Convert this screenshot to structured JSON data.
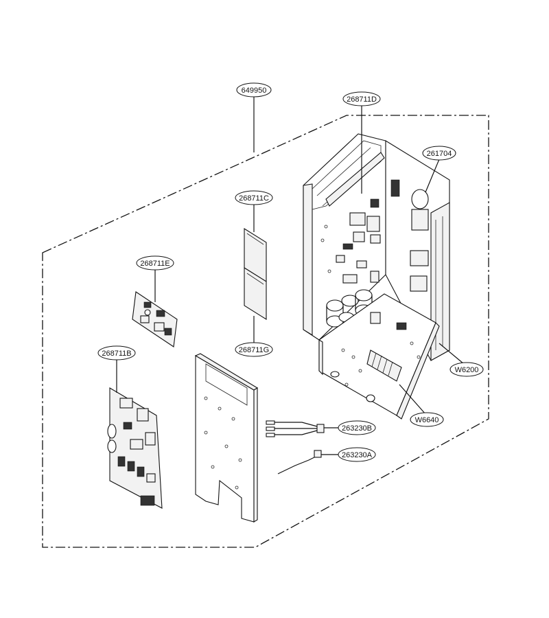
{
  "labels": {
    "l649950": "649950",
    "l268711D": "268711D",
    "l261704": "261704",
    "l268711C": "268711C",
    "l268711E": "268711E",
    "l268711G": "268711G",
    "l268711B": "268711B",
    "lW6200": "W6200",
    "lW6640": "W6640",
    "l263230B": "263230B",
    "l263230A": "263230A"
  }
}
